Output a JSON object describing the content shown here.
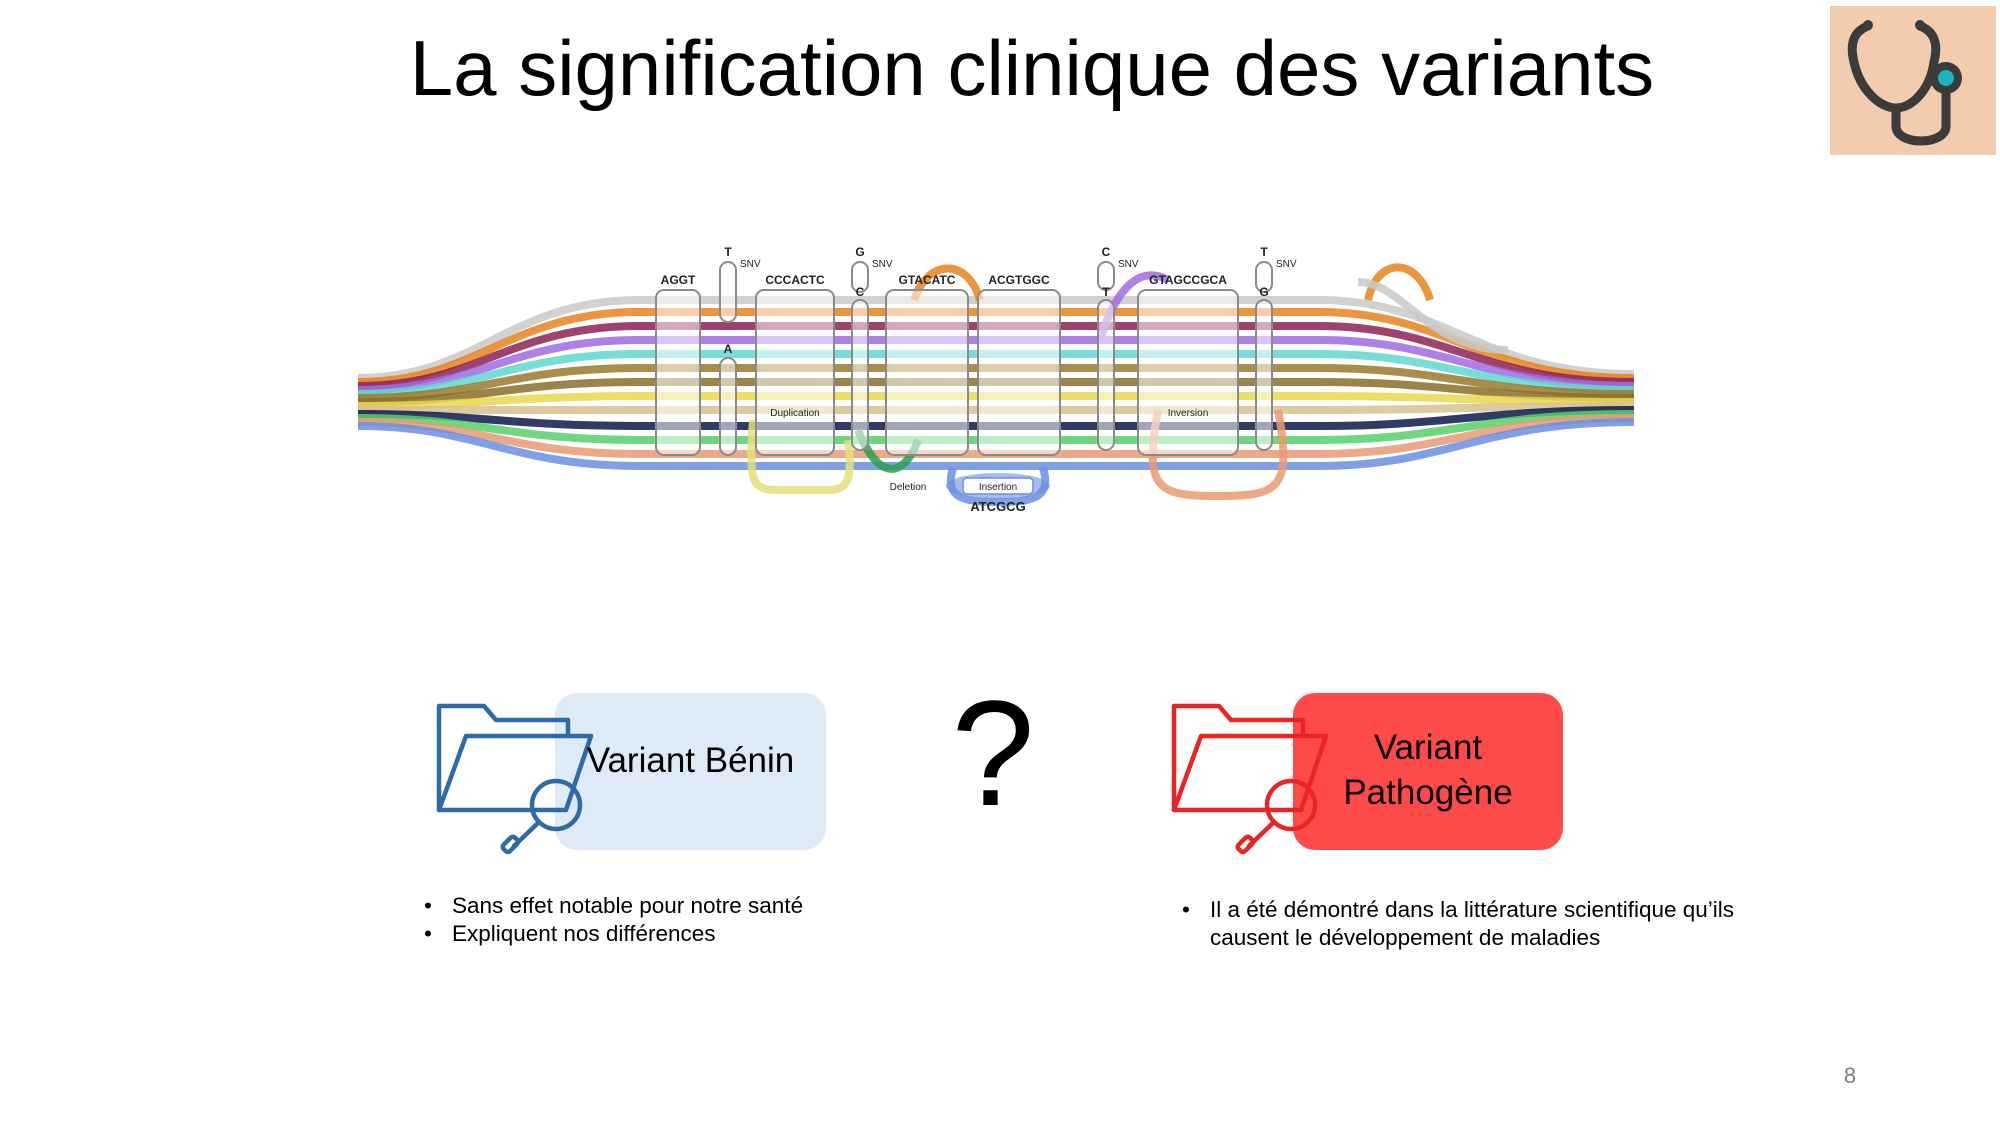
{
  "slide": {
    "title": "La signification clinique des variants",
    "page_number": "8"
  },
  "graph": {
    "segments": [
      "AGGT",
      "CCCACTC",
      "GTACATC",
      "ACGTGGC",
      "GTAGCCGCA"
    ],
    "alleles": [
      "T",
      "A",
      "G",
      "C",
      "C",
      "T",
      "T",
      "G"
    ],
    "snv_label": "SNV",
    "duplication_label": "Duplication",
    "deletion_label": "Deletion",
    "insertion_label": "Insertion",
    "insertion_seq": "ATCGCG",
    "inversion_label": "Inversion"
  },
  "benign": {
    "label": "Variant Bénin",
    "color": "#2e6aa6",
    "box_color": "#deeaf6",
    "icon": "folder-search-icon",
    "bullets": [
      "Sans effet notable pour notre santé",
      "Expliquent nos différences"
    ]
  },
  "question_mark": "?",
  "pathogenic": {
    "label": "Variant Pathogène",
    "color": "#e82424",
    "box_color": "#ff4a4a",
    "icon": "folder-search-icon",
    "bullets": [
      "Il a été démontré dans la littérature scientifique qu’ils causent le développement de maladies"
    ]
  },
  "badge": {
    "icon": "stethoscope-icon",
    "color": "#f3ccb0"
  }
}
